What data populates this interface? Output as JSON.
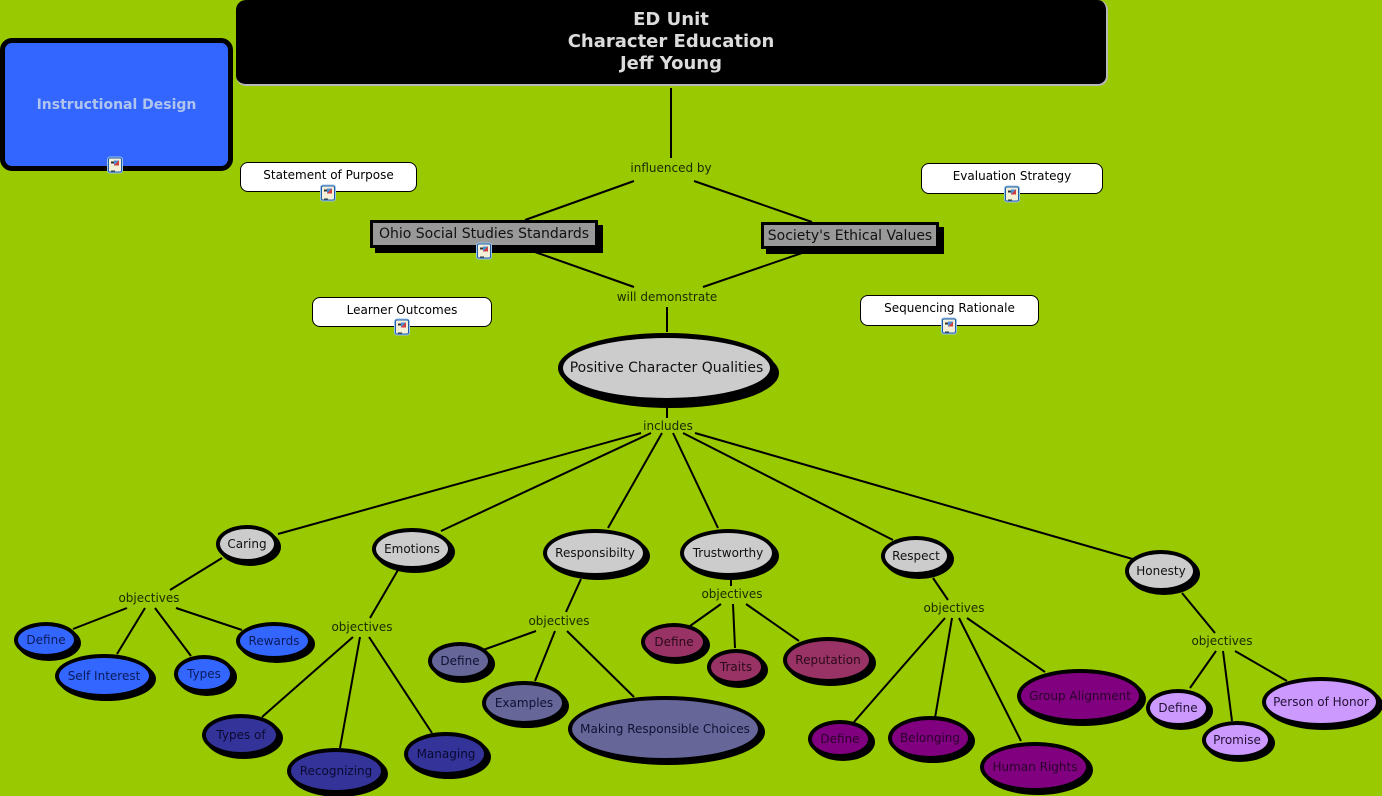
{
  "title_node": {
    "lines": [
      "ED Unit",
      "Character Education",
      "Jeff Young"
    ]
  },
  "side_nodes": {
    "instructional_design": "Instructional Design",
    "statement_of_purpose": "Statement of Purpose",
    "evaluation_strategy": "Evaluation Strategy",
    "learner_outcomes": "Learner Outcomes",
    "sequencing_rationale": "Sequencing Rationale"
  },
  "influences": {
    "ohio_standards": "Ohio Social Studies Standards",
    "societys_values": "Society's Ethical Values"
  },
  "link_labels": {
    "influenced_by": "influenced by",
    "will_demonstrate": "will demonstrate",
    "includes": "includes",
    "objectives": "objectives"
  },
  "central_concept": "Positive Character Qualities",
  "qualities": [
    {
      "name": "Caring",
      "color": "#3366ff",
      "objectives": [
        "Define",
        "Self Interest",
        "Types",
        "Rewards"
      ]
    },
    {
      "name": "Emotions",
      "color": "#333399",
      "objectives": [
        "Types of",
        "Recognizing",
        "Managing"
      ]
    },
    {
      "name": "Responsibilty",
      "color": "#666699",
      "objectives": [
        "Define",
        "Examples",
        "Making Responsible Choices"
      ]
    },
    {
      "name": "Trustworthy",
      "color": "#993366",
      "objectives": [
        "Define",
        "Traits",
        "Reputation"
      ]
    },
    {
      "name": "Respect",
      "color": "#800080",
      "objectives": [
        "Define",
        "Belonging",
        "Human Rights",
        "Group Alignment"
      ]
    },
    {
      "name": "Honesty",
      "color": "#cc99ff",
      "objectives": [
        "Define",
        "Promise",
        "Person of Honor"
      ]
    }
  ],
  "colors": {
    "background": "#99c900",
    "title_box": "#000000",
    "instructional_design_box": "#3366ff",
    "influence_box": "#999999",
    "quality_node": "#cccccc"
  },
  "icons": {
    "attachment": "document-resource-icon"
  }
}
